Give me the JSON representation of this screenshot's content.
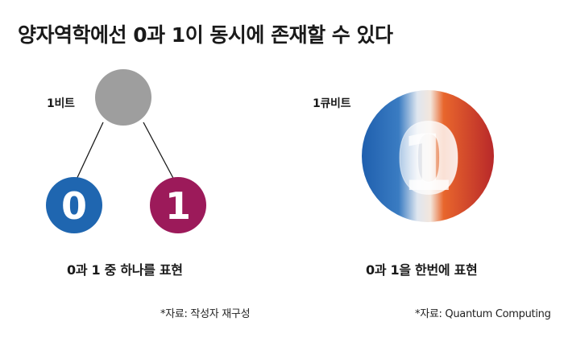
{
  "title": "양자역학에선 0과 1이 동시에 존재할 수 있다",
  "bit": {
    "label": "1비트",
    "states": [
      "0",
      "1"
    ],
    "caption": "0과 1 중 하나를 표현",
    "colors": {
      "node": "#9e9e9e",
      "zero": "#1f66b0",
      "one": "#9c1a5a"
    }
  },
  "qubit": {
    "label": "1큐비트",
    "states": [
      "0",
      "1"
    ],
    "caption": "0과 1을 한번에 표현",
    "colors": {
      "left": "#1f66b0",
      "right": "#c43a26"
    }
  },
  "sources": {
    "left": "*자료: 작성자 재구성",
    "right": "*자료: Quantum Computing"
  }
}
